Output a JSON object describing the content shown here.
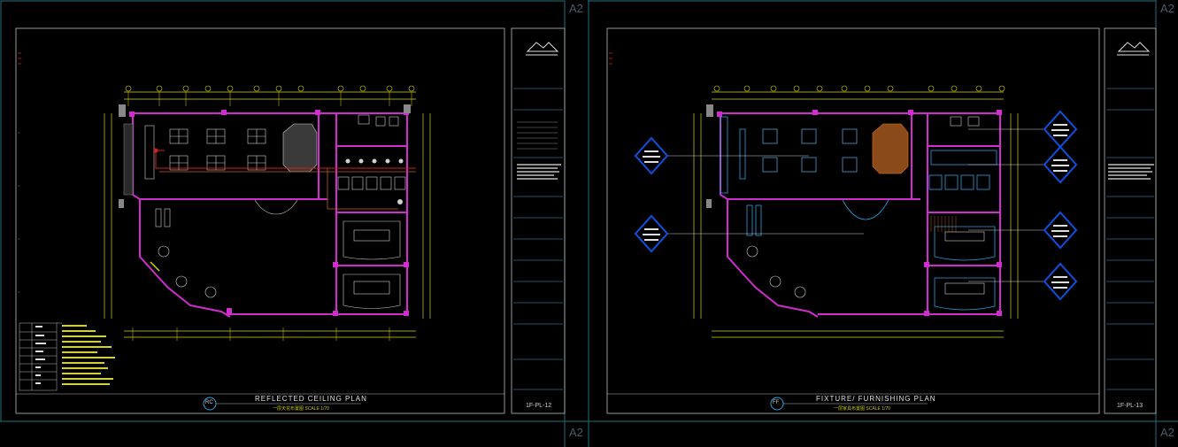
{
  "sheets": [
    {
      "id": "left",
      "sheet_size": "A2",
      "title": "REFLECTED CEILING PLAN",
      "subtitle": "一层天花布置图   SCALE 1/70",
      "view_bubble": "RC",
      "sheet_number": "1F-PL-12"
    },
    {
      "id": "right",
      "sheet_size": "A2",
      "title": "FIXTURE/ FURNISHING PLAN",
      "subtitle": "一层家具布置图   SCALE 1/70",
      "view_bubble": "FF",
      "sheet_number": "1F-PL-13"
    }
  ],
  "colors": {
    "background": "#000000",
    "frame": "#1f6f7a",
    "wall": "#d02cd0",
    "dimension": "#d8d800",
    "furniture": "#d0d0d0",
    "fixture_blue": "#2aa0e0",
    "callout": "#1050e0",
    "accent_red": "#d02020",
    "accent_orange": "#c06020"
  }
}
